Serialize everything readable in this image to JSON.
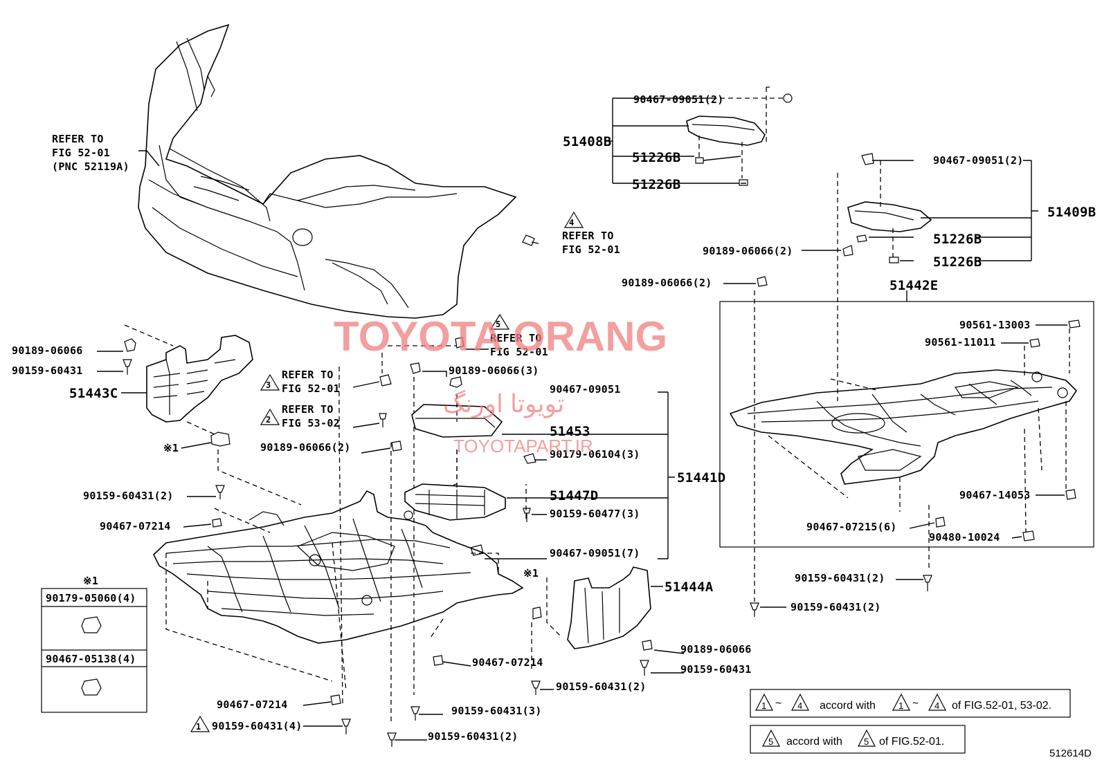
{
  "watermark": {
    "main": "TOYOTA ORANG",
    "persian": "تویوتا اورنگ",
    "site": "TOYOTAPART.IR",
    "color": "#f08080"
  },
  "diagram_id": "512614D",
  "refer": {
    "bumper": [
      "REFER TO",
      "FIG 52-01",
      "(PNC 52119A)"
    ],
    "r4": {
      "num": "4",
      "lines": [
        "REFER TO",
        "FIG 52-01"
      ]
    },
    "r5": {
      "num": "5",
      "lines": [
        "REFER TO",
        "FIG 52-01"
      ]
    },
    "r3": {
      "num": "3",
      "lines": [
        "REFER TO",
        "FIG 52-01"
      ]
    },
    "r2": {
      "num": "2",
      "lines": [
        "REFER TO",
        "FIG 53-02"
      ]
    }
  },
  "labels": {
    "p51408B": "51408B",
    "p51409B": "51409B",
    "p51442E": "51442E",
    "p51443C": "51443C",
    "p51441D": "51441D",
    "p51453": "51453",
    "p51447D": "51447D",
    "p51444A": "51444A",
    "a51226B_1": "51226B",
    "a51226B_2": "51226B",
    "a51226B_3": "51226B",
    "a51226B_4": "51226B",
    "t_9046709051_2a": "90467-09051(2)",
    "t_9046709051_2b": "90467-09051(2)",
    "t_9018906066_2a": "90189-06066(2)",
    "t_9018906066_2b": "90189-06066(2)",
    "t_9056113003": "90561-13003",
    "t_9056111011": "90561-11011",
    "t_9046714053": "90467-14053",
    "t_9046707215_6": "90467-07215(6)",
    "t_9048010024": "90480-10024",
    "t_9015960431_2r1": "90159-60431(2)",
    "t_9015960431_2r2": "90159-60431(2)",
    "t_9018906066_l": "90189-06066",
    "t_9015960431_l": "90159-60431",
    "t_9018906066_3": "90189-06066(3)",
    "t_9046709051": "90467-09051",
    "t_9018906066_2c": "90189-06066(2)",
    "t_9017906104_3": "90179-06104(3)",
    "t_9015960431_2l": "90159-60431(2)",
    "t_9015960477_3": "90159-60477(3)",
    "t_9046707214_a": "90467-07214",
    "t_9046709051_7": "90467-09051(7)",
    "t_9018906066_b": "90189-06066",
    "t_9015960431_b": "90159-60431",
    "t_9046707214_b": "90467-07214",
    "t_9015960431_2m": "90159-60431(2)",
    "t_9046707214_c": "90467-07214",
    "t_9015960431_3": "90159-60431(3)",
    "t_9015960431_4": "90159-60431(4)",
    "t_9015960431_2bot": "90159-60431(2)",
    "mark1a": "※1",
    "mark1b": "※1"
  },
  "legend_box": {
    "title": "※1",
    "rows": [
      "90179-05060(4)",
      "90467-05138(4)"
    ]
  },
  "notes": {
    "n1": {
      "from": "1",
      "tilde": "~",
      "to": "4",
      "text1": "accord with",
      "from2": "1",
      "to2": "4",
      "text2": "of FIG.52-01, 53-02."
    },
    "n2": {
      "num": "5",
      "text1": "accord with",
      "num2": "5",
      "text2": "of FIG.52-01."
    },
    "tri_1": "1"
  }
}
